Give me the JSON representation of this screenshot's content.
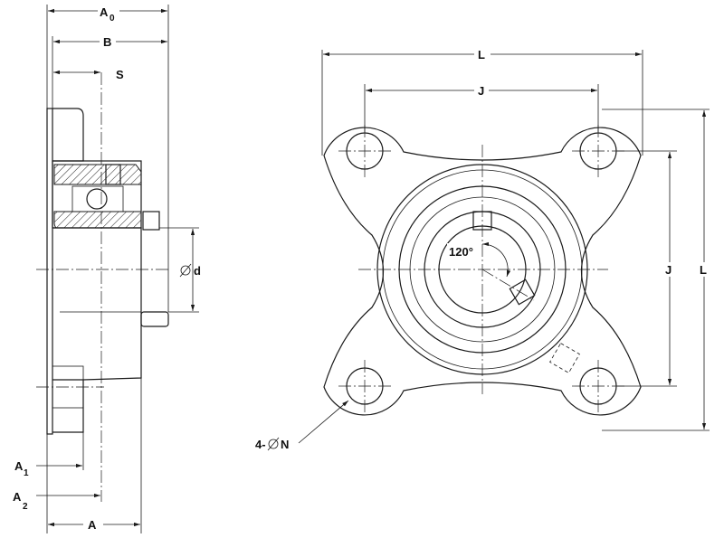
{
  "side_view": {
    "labels": {
      "a0_main": "A",
      "a0_sub": "0",
      "b": "B",
      "s": "S",
      "d": "d",
      "a1_main": "A",
      "a1_sub": "1",
      "a2_main": "A",
      "a2_sub": "2",
      "a": "A"
    }
  },
  "front_view": {
    "labels": {
      "l_top": "L",
      "j_top": "J",
      "j_right": "J",
      "l_right": "L",
      "angle": "120°",
      "holes": "4-",
      "holes_n": "N"
    }
  },
  "icons": {
    "diameter_symbol": "diameter-symbol-icon"
  }
}
